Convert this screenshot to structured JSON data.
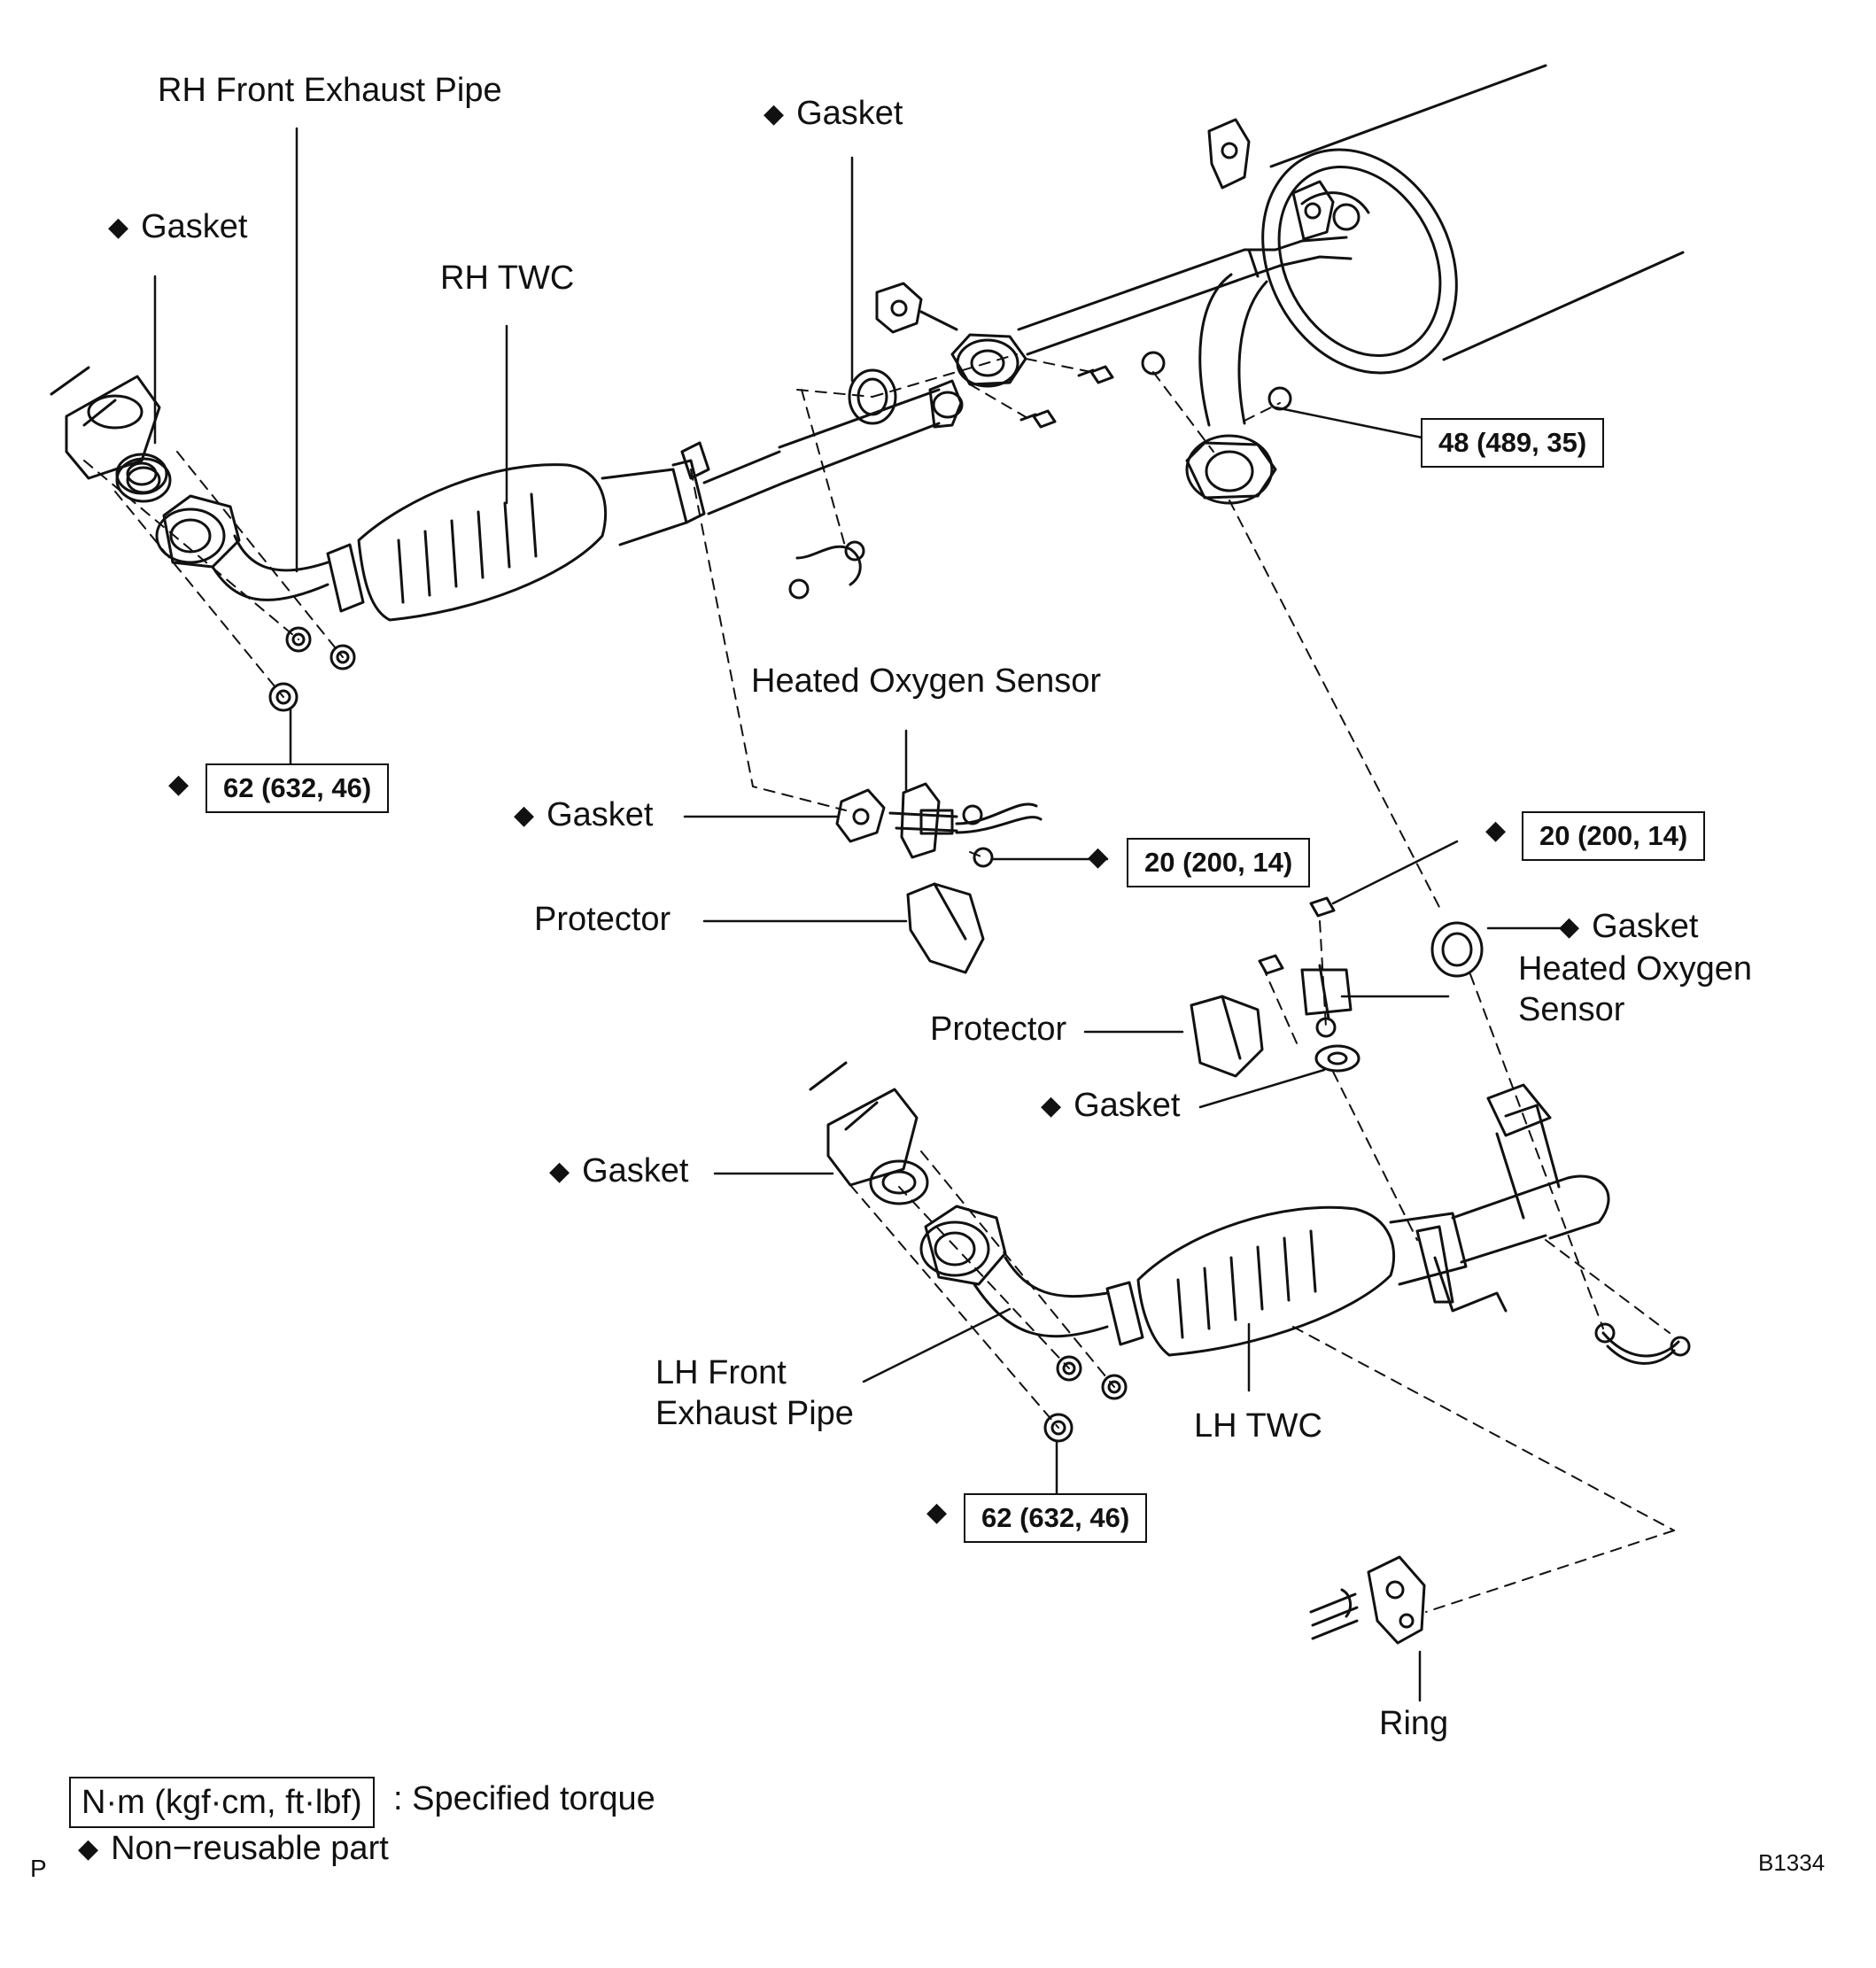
{
  "labels": {
    "rh_front_exhaust_pipe": "RH Front Exhaust Pipe",
    "rh_twc": "RH TWC",
    "gasket": "Gasket",
    "heated_oxygen_sensor": "Heated Oxygen Sensor",
    "heated_oxygen_sensor_line1": "Heated Oxygen",
    "heated_oxygen_sensor_line2": "Sensor",
    "protector": "Protector",
    "lh_front_line1": "LH Front",
    "lh_front_line2": "Exhaust Pipe",
    "lh_twc": "LH TWC",
    "ring": "Ring"
  },
  "torques": {
    "t48": "48 (489, 35)",
    "t62": "62 (632, 46)",
    "t20": "20 (200, 14)"
  },
  "symbols": {
    "non_reusable": "◆"
  },
  "legend": {
    "unit": "N·m (kgf·cm, ft·lbf)",
    "torque_desc": ": Specified torque",
    "non_reusable_desc": "Non−reusable part"
  },
  "corner": {
    "left_mark": "P",
    "figure_code": "B1334"
  }
}
